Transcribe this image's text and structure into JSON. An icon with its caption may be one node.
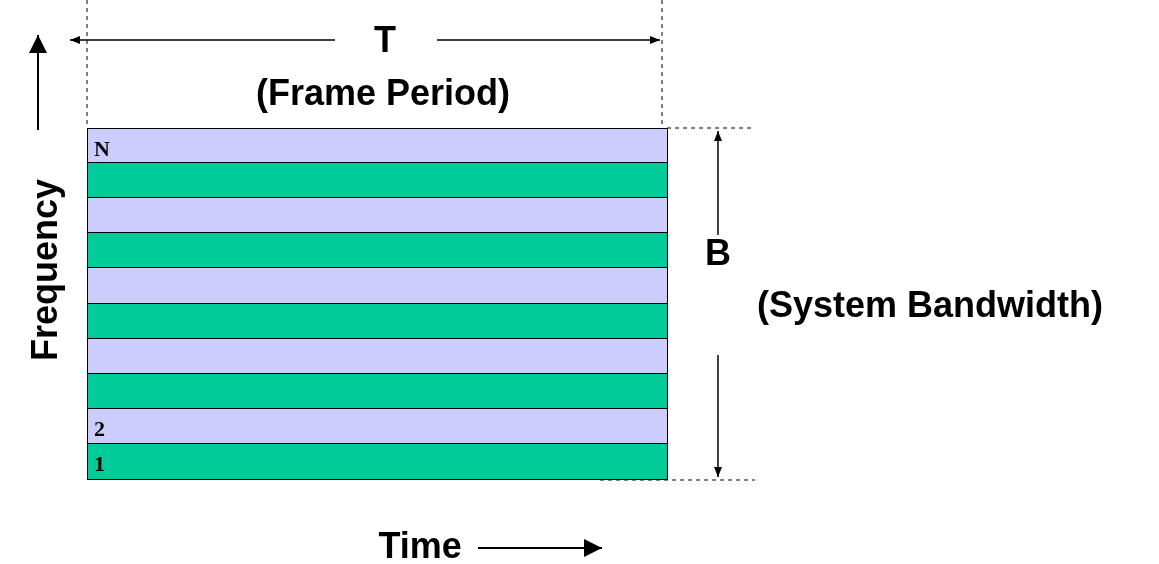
{
  "diagram": {
    "nodes": [
      {
        "text": [
          "N"
        ]
      },
      {
        "text": [],
        "shape": "bar"
      },
      {
        "text": [],
        "shape": "bar"
      },
      {
        "text": [],
        "shape": "bar"
      },
      {
        "text": [],
        "shape": "bar"
      },
      {
        "text": [],
        "shape": "bar"
      },
      {
        "text": [],
        "shape": "bar"
      },
      {
        "text": [],
        "shape": "bar"
      },
      {
        "text": [
          "2"
        ]
      },
      {
        "text": [
          "1"
        ]
      }
    ],
    "edges": [],
    "labels": [
      "T",
      "(Frame Period)",
      "B",
      "(System Bandwidth)",
      "Frequency",
      "Time"
    ]
  }
}
